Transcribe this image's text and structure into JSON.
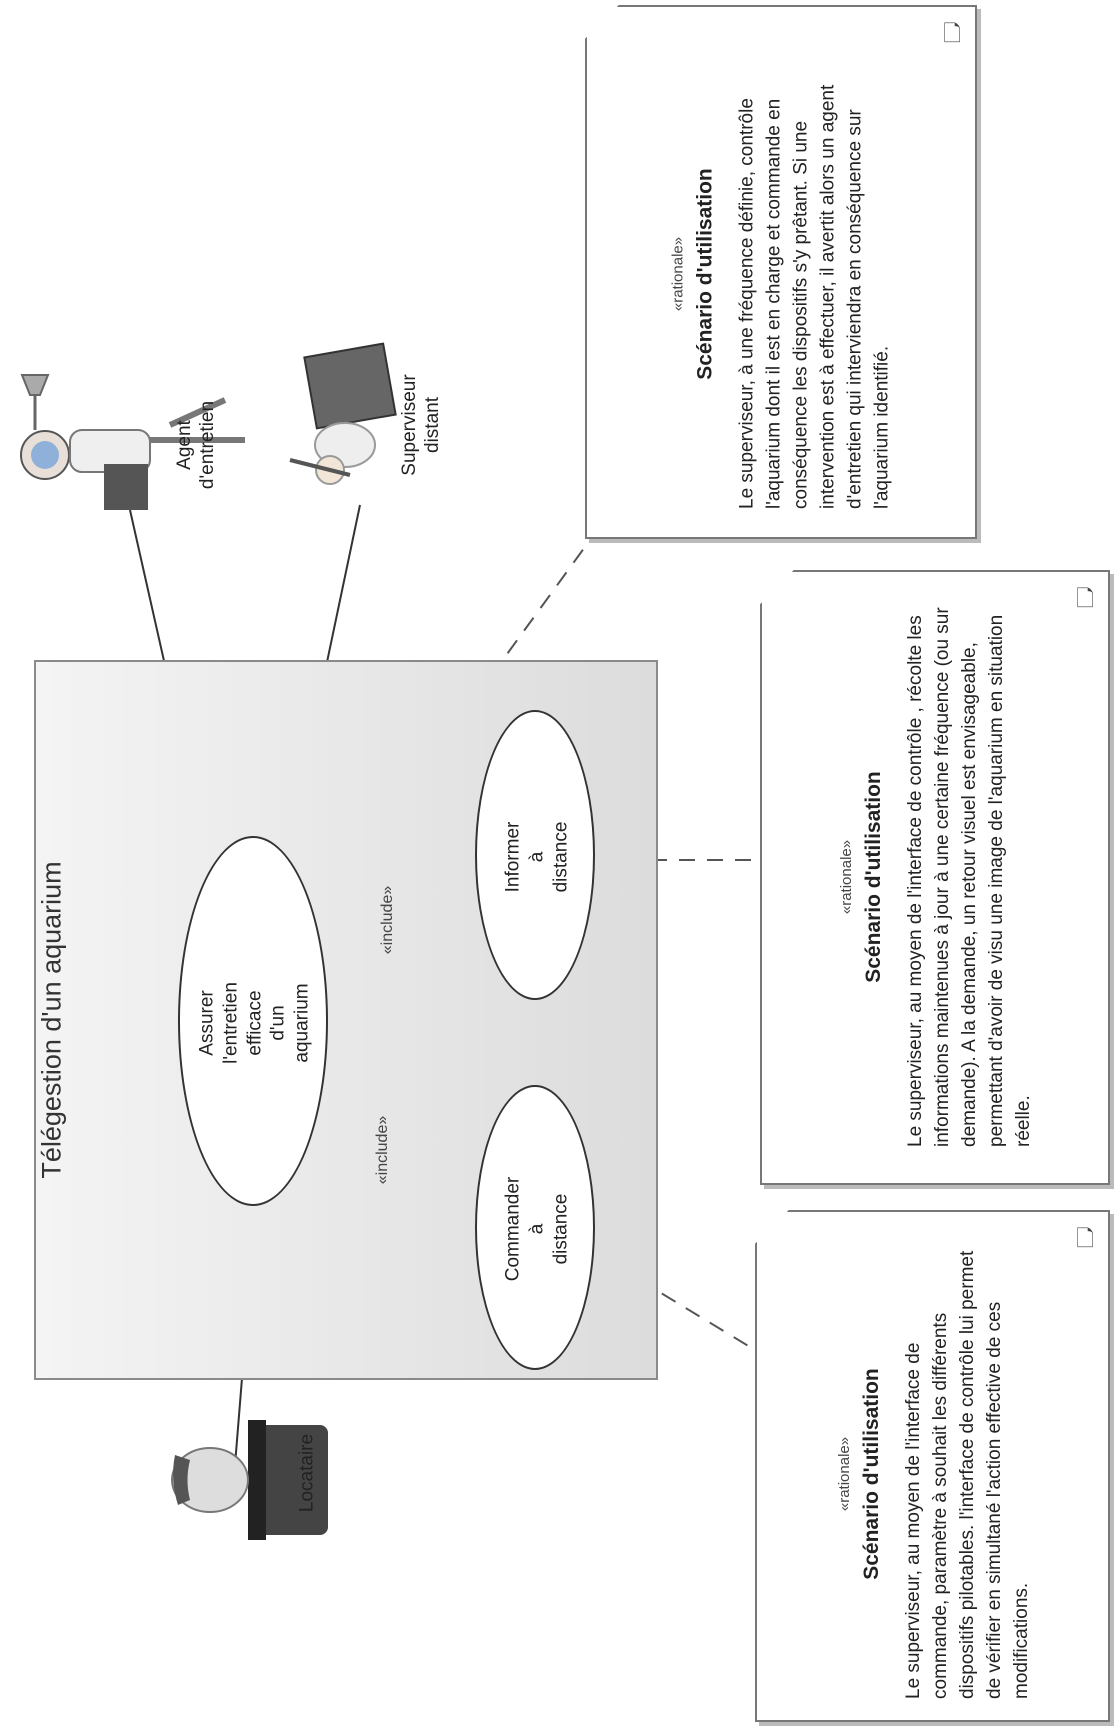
{
  "system": {
    "title": "Télégestion d'un aquarium"
  },
  "use_cases": {
    "main": "Assurer l'entretien efficace\nd'un aquarium",
    "inform": "Informer à distance",
    "command": "Commander à\ndistance"
  },
  "relations": {
    "include_1": "«include»",
    "include_2": "«include»"
  },
  "actors": {
    "agent": "Agent\nd'entretien",
    "superviseur": "Superviseur\ndistant",
    "locataire": "Locataire"
  },
  "notes": [
    {
      "stereotype": "«rationale»",
      "title": "Scénario d'utilisation",
      "body": "Le superviseur, à une fréquence définie, contrôle l'aquarium dont il est en charge et commande en conséquence les dispositifs s'y prêtant. Si une intervention est à effectuer, il avertit alors un agent d'entretien qui interviendra en conséquence sur l'aquarium identifié."
    },
    {
      "stereotype": "«rationale»",
      "title": "Scénario d'utilisation",
      "body": "Le superviseur, au moyen de l'interface de contrôle , récolte les informations maintenues à jour à une certaine fréquence (ou sur demande). A la demande, un retour visuel est envisageable, permettant d'avoir de visu une image de l'aquarium en situation réelle."
    },
    {
      "stereotype": "«rationale»",
      "title": "Scénario d'utilisation",
      "body": "Le superviseur, au moyen de l'interface de commande, paramètre à souhait les différents dispositifs pilotables. l'interface de contrôle lui permet de vérifier en simultané l'action effective de ces modifications."
    }
  ],
  "icons": {
    "note": "note-document-icon",
    "actor": "person-figure-icon"
  },
  "colors": {
    "system_fill": "#e6e6e6",
    "border": "#333333",
    "note_border": "#777777"
  }
}
